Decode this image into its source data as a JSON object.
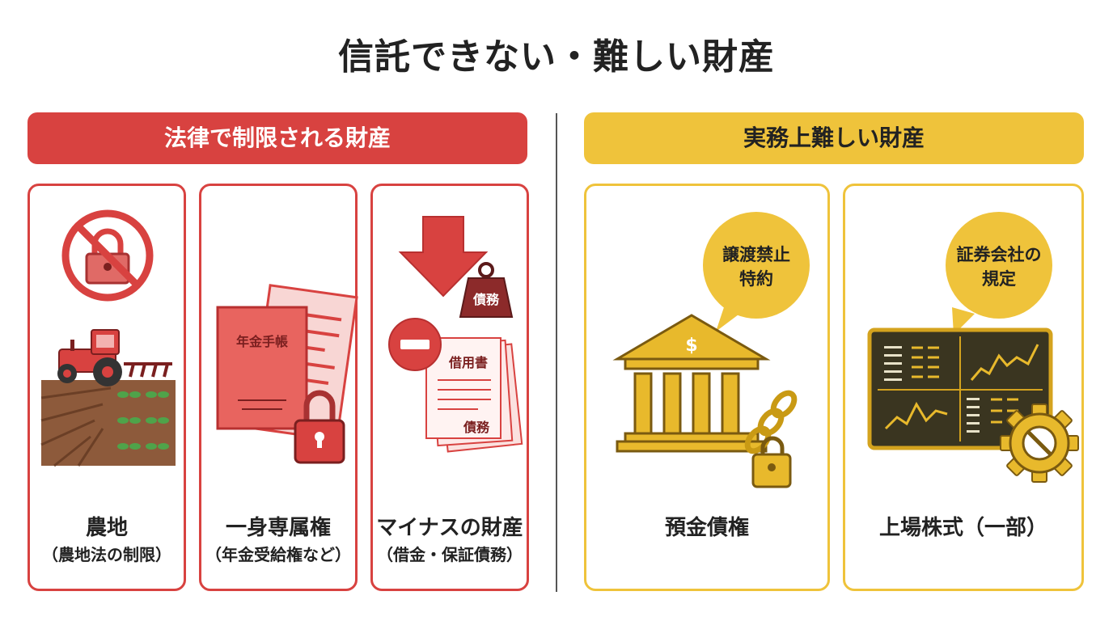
{
  "title": "信託できない・難しい財産",
  "sections": {
    "left": {
      "header": "法律で制限される財産"
    },
    "right": {
      "header": "実務上難しい財産"
    }
  },
  "cards": {
    "farmland": {
      "title": "農地",
      "subtitle": "（農地法の制限）"
    },
    "pension": {
      "title": "一身専属権",
      "subtitle": "（年金受給権など）",
      "book_label": "年金手帳"
    },
    "debt": {
      "title": "マイナスの財産",
      "subtitle": "（借金・保証債務）",
      "weight_label": "債務",
      "doc_title": "借用書",
      "doc_footer": "債務"
    },
    "deposit": {
      "title": "預金債権",
      "bubble_line1": "譲渡禁止",
      "bubble_line2": "特約",
      "symbol": "$"
    },
    "stocks": {
      "title": "上場株式（一部）",
      "bubble_line1": "証券会社の",
      "bubble_line2": "規定"
    }
  },
  "colors": {
    "red": "#d84240",
    "yellow": "#efc33b",
    "dark_red": "#8c2a2a",
    "gold": "#e8b92c"
  },
  "icons": [
    "prohibited-lock-icon",
    "tractor-icon",
    "document-lock-icon",
    "down-arrow-icon",
    "debt-weight-icon",
    "minus-icon",
    "bank-icon",
    "chain-lock-icon",
    "chart-board-icon",
    "blocked-gear-icon",
    "speech-bubble-icon"
  ]
}
